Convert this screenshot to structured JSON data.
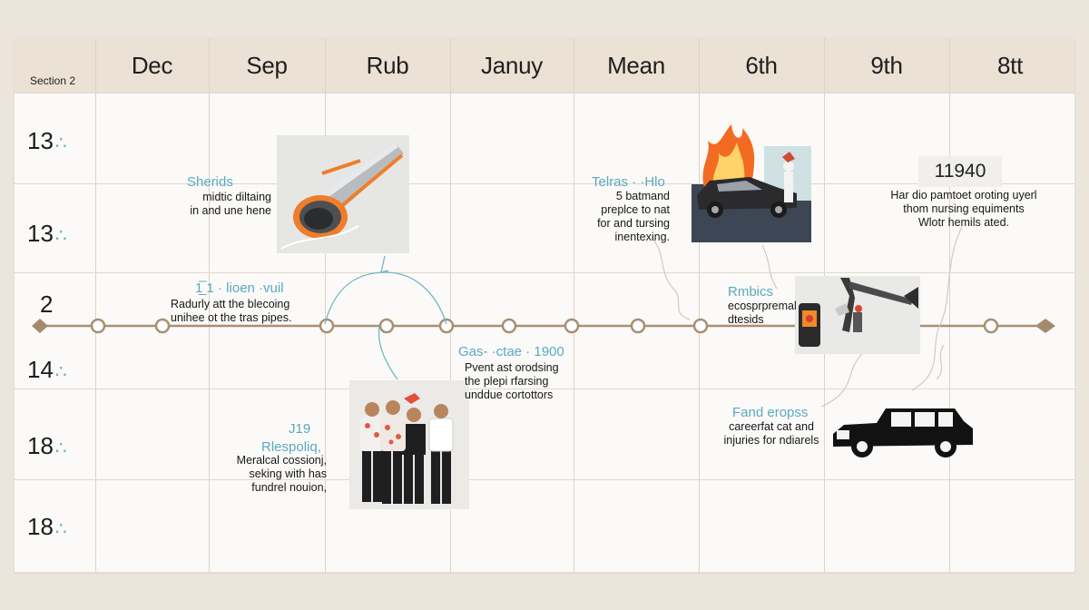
{
  "header": {
    "section_label": "Section 2",
    "columns": [
      "Dec",
      "Sep",
      "Rub",
      "Januy",
      "Mean",
      "6th",
      "9th",
      "8tt"
    ]
  },
  "rows": [
    {
      "label": "13",
      "mark": "∴"
    },
    {
      "label": "13",
      "mark": "∴"
    },
    {
      "label": "2",
      "mark": ""
    },
    {
      "label": "14",
      "mark": "∴"
    },
    {
      "label": "18",
      "mark": "∴"
    },
    {
      "label": "18",
      "mark": "∴"
    }
  ],
  "events": {
    "e1": {
      "title": "Sherids",
      "lines": [
        "midtic diltaing",
        "in and une hene"
      ]
    },
    "e2": {
      "title": "1̲̅ 1 · lioen ·vuil",
      "lines": [
        "Radurly att the blecoing",
        "unihee ot the tras pipes."
      ]
    },
    "e3": {
      "title": "J19",
      "subtitle": "Rlespoliq,",
      "lines": [
        "Meralcal cossionj,",
        "seking with has",
        "fundrel nouion,"
      ]
    },
    "e4": {
      "title": "Gas- ·ctae · 1900",
      "lines": [
        "Pvent ast orodsing",
        "the plepi rfarsing",
        "unddue cortottors"
      ]
    },
    "e5": {
      "title": "Telras · ·Hlo",
      "lines": [
        "5 batmand",
        "preplce to nat",
        "for and tursing",
        "inentexing."
      ]
    },
    "e6": {
      "title": "Rmbics",
      "lines": [
        "ecosprpremal",
        "dtesids"
      ]
    },
    "e7": {
      "year": "11940",
      "lines": [
        "Har dio pamtoet oroting uyerl",
        "thom nursing equiments",
        "Wlotr hemils ated."
      ]
    },
    "e8": {
      "title": "Fand eropss",
      "lines": [
        "careerfat cat and",
        "injuries for ndiarels"
      ]
    }
  },
  "colors": {
    "accent": "#5aa9bf",
    "timeline": "#a88f73",
    "header": "#ebe1d4"
  },
  "icons": [
    "pipe-icon",
    "people-group-icon",
    "burning-car-icon",
    "robotic-arm-icon",
    "hearse-icon"
  ]
}
